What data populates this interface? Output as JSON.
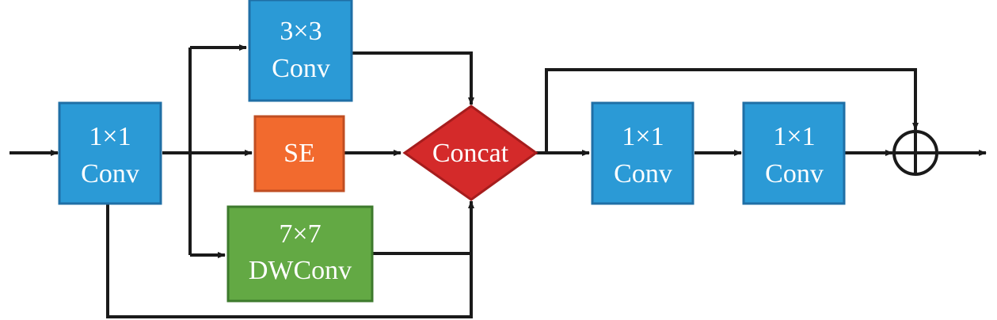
{
  "colors": {
    "conv_blue": "#2b9ad6",
    "conv_blue_border": "#1f6fa6",
    "se_orange": "#f26a2e",
    "se_orange_border": "#c04e22",
    "dw_green": "#63a944",
    "dw_green_border": "#3d7a2c",
    "concat_red": "#d42a2a",
    "concat_red_border": "#a61d1d",
    "wire": "#1a1a1a"
  },
  "blocks": {
    "conv_in": {
      "line1": "1×1",
      "line2": "Conv"
    },
    "conv3": {
      "line1": "3×3",
      "line2": "Conv"
    },
    "se": {
      "label": "SE"
    },
    "dw": {
      "line1": "7×7",
      "line2": "DWConv"
    },
    "concat": {
      "label": "Concat"
    },
    "conv_a": {
      "line1": "1×1",
      "line2": "Conv"
    },
    "conv_b": {
      "line1": "1×1",
      "line2": "Conv"
    }
  }
}
